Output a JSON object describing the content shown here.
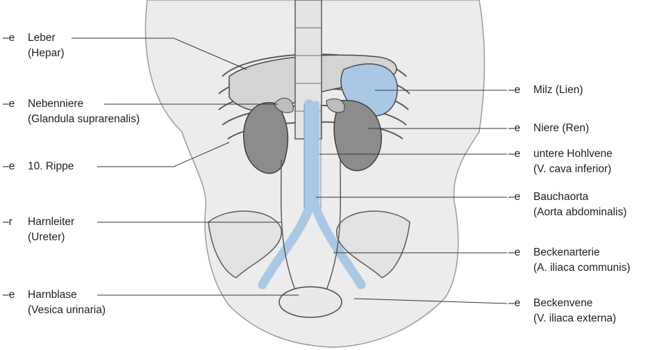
{
  "labels_left": [
    {
      "article": "–e",
      "name": "Leber",
      "latin": "(Hepar)"
    },
    {
      "article": "–e",
      "name": "Nebenniere",
      "latin": "(Glandula suprarenalis)"
    },
    {
      "article": "–e",
      "name": "10. Rippe",
      "latin": ""
    },
    {
      "article": "–r",
      "name": "Harnleiter",
      "latin": "(Ureter)"
    },
    {
      "article": "–e",
      "name": "Harnblase",
      "latin": "(Vesica urinaria)"
    }
  ],
  "labels_right": [
    {
      "article": "–e",
      "name": "Milz (Lien)",
      "latin": ""
    },
    {
      "article": "–e",
      "name": "Niere (Ren)",
      "latin": ""
    },
    {
      "article": "–e",
      "name": "untere Hohlvene",
      "latin": "(V. cava inferior)"
    },
    {
      "article": "–e",
      "name": "Bauchaorta",
      "latin": "(Aorta abdominalis)"
    },
    {
      "article": "–e",
      "name": "Beckenarterie",
      "latin": "(A. iliaca communis)"
    },
    {
      "article": "–e",
      "name": "Beckenvene",
      "latin": "(V. iliaca externa)"
    }
  ],
  "colors": {
    "vessel": "#a9c8e6",
    "organ": "#8c8c8c",
    "bone": "#e6e6e6",
    "outline": "#4a4a4a"
  }
}
